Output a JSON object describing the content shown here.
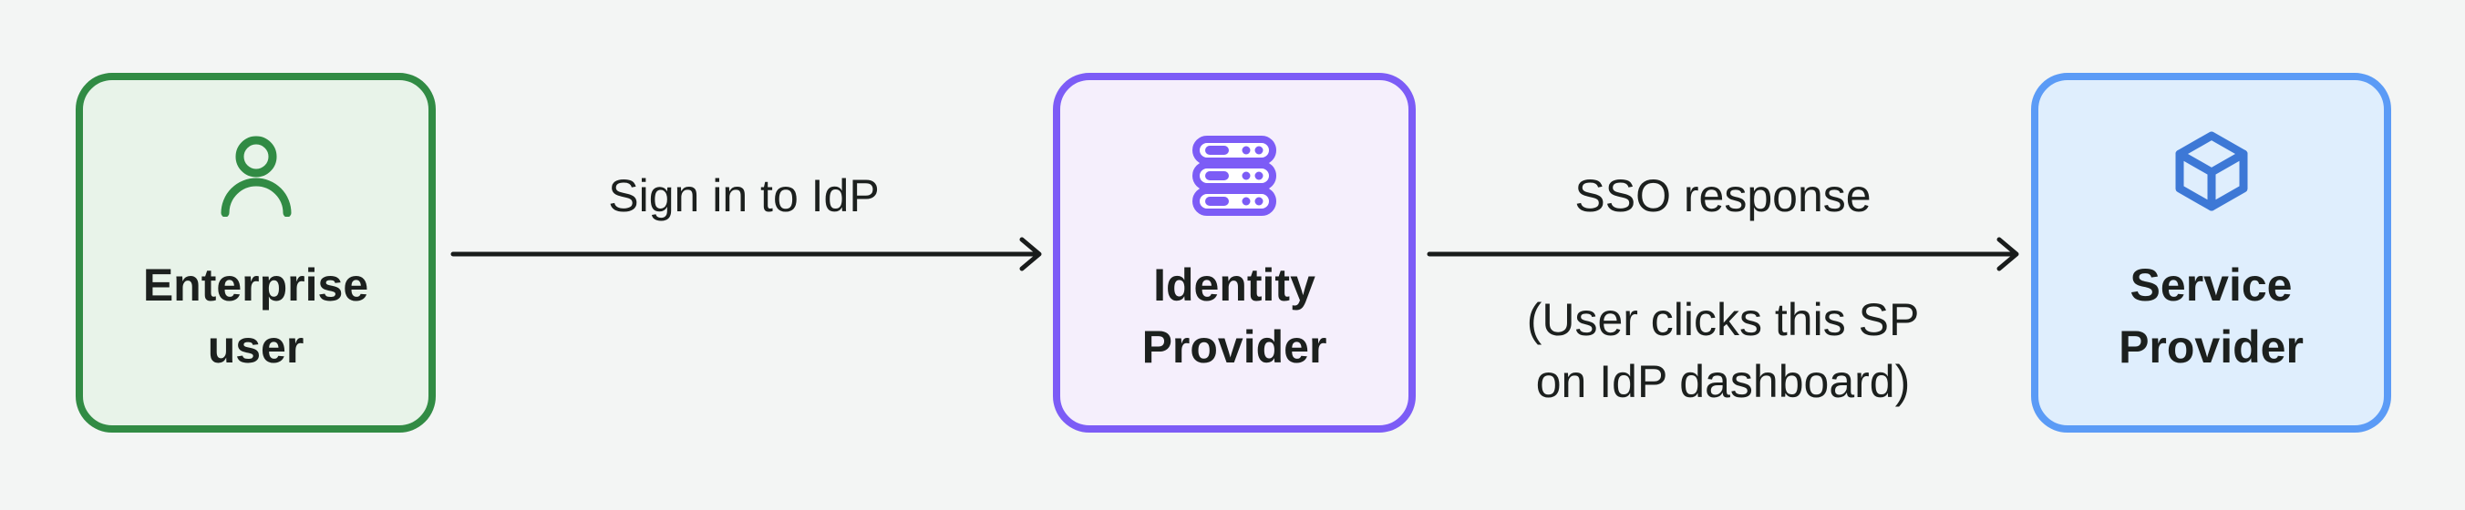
{
  "diagram": {
    "background_color": "#f3f5f4",
    "text_color": "#1c201e",
    "arrow_color": "#191c1b",
    "nodes": [
      {
        "id": "enterprise-user",
        "label": [
          "Enterprise",
          "user"
        ],
        "icon": "user-icon",
        "border_color": "#318b44",
        "fill_color": "#e8f3e9",
        "icon_color": "#318b44"
      },
      {
        "id": "identity-provider",
        "label": [
          "Identity",
          "Provider"
        ],
        "icon": "server-icon",
        "border_color": "#7c5cf6",
        "fill_color": "#f5effc",
        "icon_color": "#7c5cf6"
      },
      {
        "id": "service-provider",
        "label": [
          "Service",
          "Provider"
        ],
        "icon": "cube-icon",
        "border_color": "#5b9bf6",
        "fill_color": "#dfeefd",
        "icon_color": "#3d78d6"
      }
    ],
    "edges": [
      {
        "from": "enterprise-user",
        "to": "identity-provider",
        "label": "Sign in to IdP"
      },
      {
        "from": "identity-provider",
        "to": "service-provider",
        "label": "SSO response",
        "note": [
          "(User clicks this SP",
          "on IdP dashboard)"
        ]
      }
    ]
  }
}
